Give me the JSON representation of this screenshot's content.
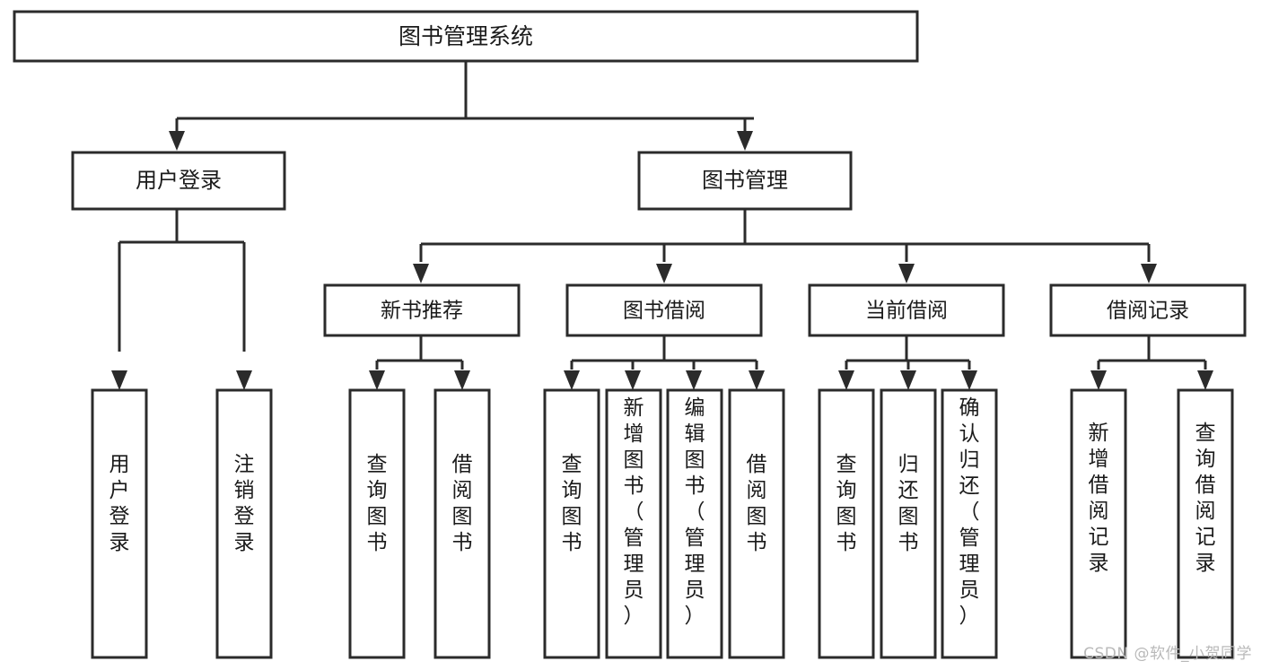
{
  "diagram": {
    "type": "tree-hierarchy-chart",
    "title": "图书管理系统",
    "stroke_color": "#2b2b2b",
    "fill_color": "#ffffff",
    "text_color": "#1a1a1a",
    "levels": 4,
    "nodes": {
      "root": {
        "label": "图书管理系统",
        "level": 1
      },
      "l2": [
        {
          "id": "user-login",
          "label": "用户登录",
          "level": 2
        },
        {
          "id": "book-manage",
          "label": "图书管理",
          "level": 2
        }
      ],
      "l3": [
        {
          "id": "new-book-recommend",
          "label": "新书推荐",
          "level": 3,
          "parent": "book-manage"
        },
        {
          "id": "book-borrow",
          "label": "图书借阅",
          "level": 3,
          "parent": "book-manage"
        },
        {
          "id": "current-borrow",
          "label": "当前借阅",
          "level": 3,
          "parent": "book-manage"
        },
        {
          "id": "borrow-record",
          "label": "借阅记录",
          "level": 3,
          "parent": "book-manage"
        }
      ],
      "leaves": [
        {
          "id": "leaf-user-login",
          "label": "用户登录",
          "parent": "user-login"
        },
        {
          "id": "leaf-user-logout",
          "label": "注销登录",
          "parent": "user-login"
        },
        {
          "id": "leaf-query-book-1",
          "label": "查询图书",
          "parent": "new-book-recommend"
        },
        {
          "id": "leaf-borrow-book-1",
          "label": "借阅图书",
          "parent": "new-book-recommend"
        },
        {
          "id": "leaf-query-book-2",
          "label": "查询图书",
          "parent": "book-borrow"
        },
        {
          "id": "leaf-add-book-admin",
          "label": "新增图书（管理员）",
          "parent": "book-borrow"
        },
        {
          "id": "leaf-edit-book-admin",
          "label": "编辑图书（管理员）",
          "parent": "book-borrow"
        },
        {
          "id": "leaf-borrow-book-2",
          "label": "借阅图书",
          "parent": "book-borrow"
        },
        {
          "id": "leaf-query-book-3",
          "label": "查询图书",
          "parent": "current-borrow"
        },
        {
          "id": "leaf-return-book",
          "label": "归还图书",
          "parent": "current-borrow"
        },
        {
          "id": "leaf-confirm-return",
          "label": "确认归还（管理员）",
          "parent": "current-borrow"
        },
        {
          "id": "leaf-add-record",
          "label": "新增借阅记录",
          "parent": "borrow-record"
        },
        {
          "id": "leaf-query-record",
          "label": "查询借阅记录",
          "parent": "borrow-record"
        }
      ]
    }
  },
  "watermark": {
    "text": "CSDN @软件_小贺同学"
  }
}
